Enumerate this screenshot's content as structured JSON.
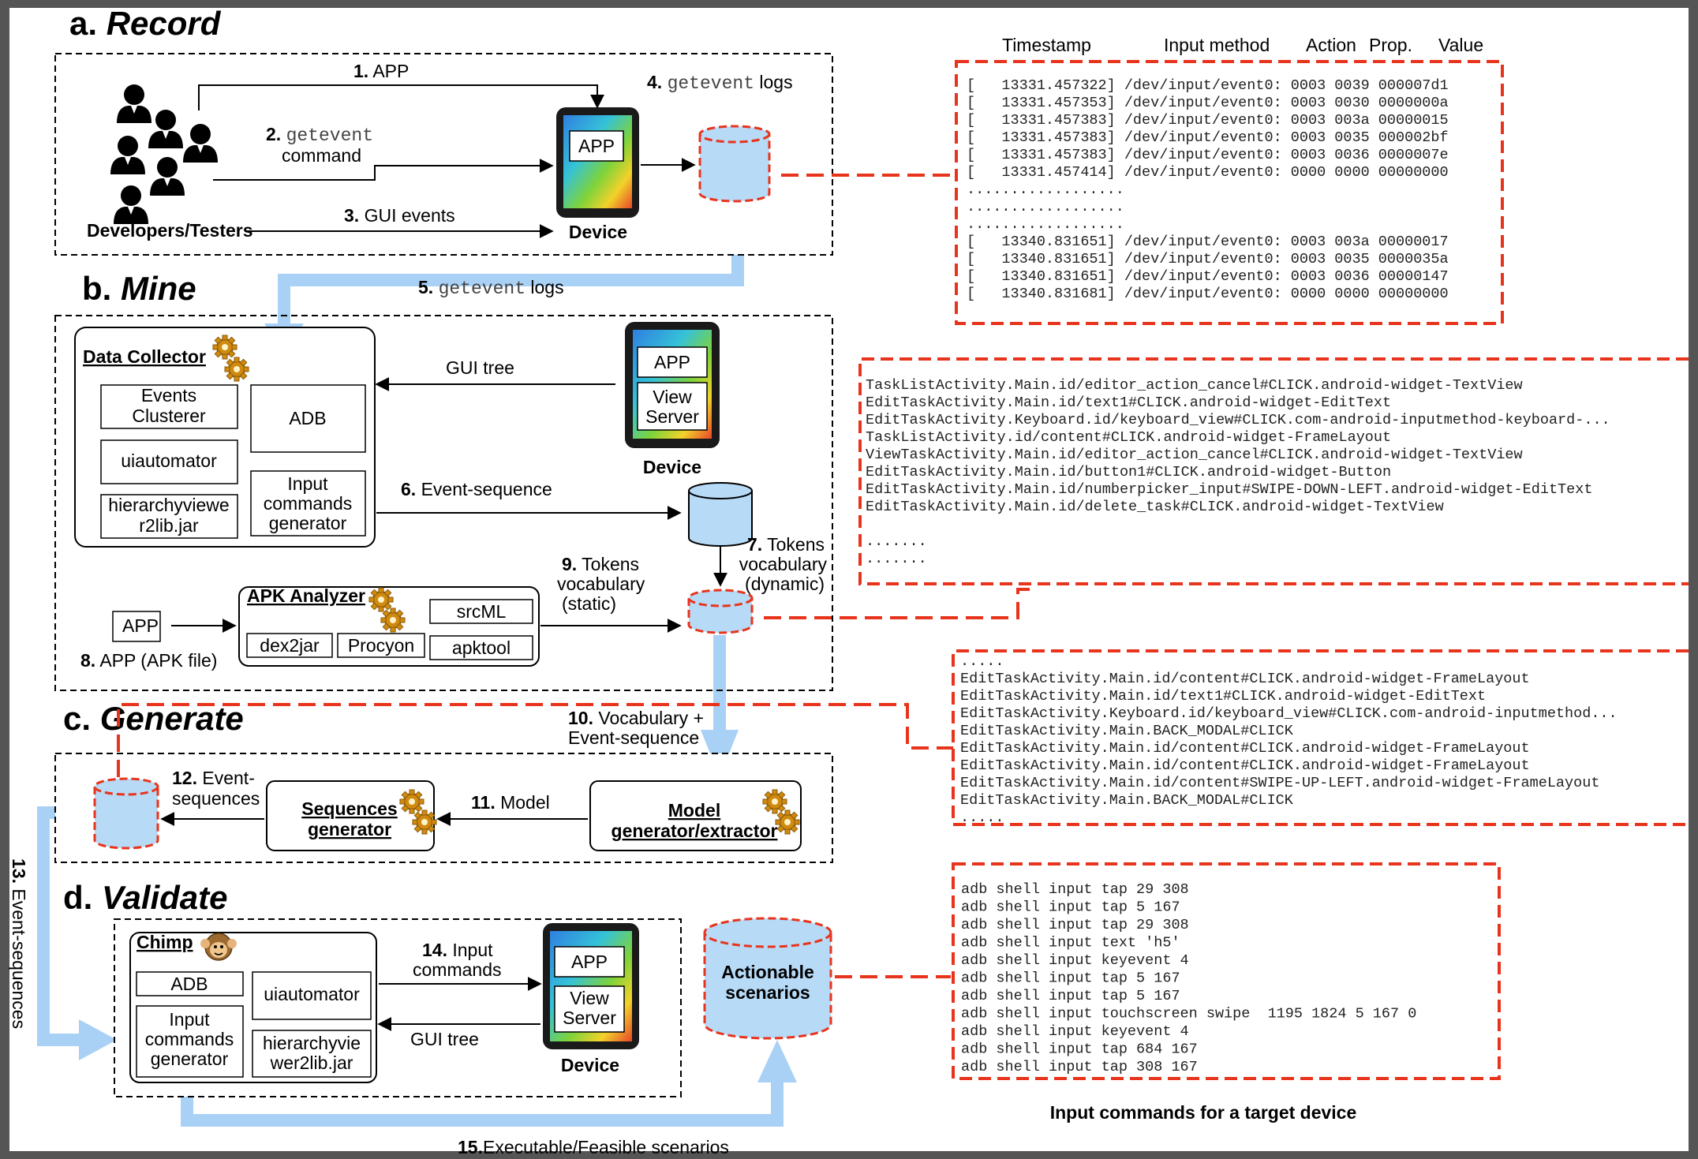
{
  "sections": {
    "record": {
      "prefix": "a.",
      "title": "Record"
    },
    "mine": {
      "prefix": "b.",
      "title": "Mine"
    },
    "generate": {
      "prefix": "c.",
      "title": "Generate"
    },
    "validate": {
      "prefix": "d.",
      "title": "Validate"
    }
  },
  "record": {
    "actors_label": "Developers/Testers",
    "device_label": "Device",
    "app_label": "APP",
    "step1": {
      "num": "1.",
      "text": "APP"
    },
    "step2": {
      "num": "2.",
      "code": "getevent",
      "text": "command"
    },
    "step3": {
      "num": "3.",
      "text": "GUI events"
    },
    "step4": {
      "num": "4.",
      "code": "getevent",
      "text": "logs"
    },
    "step5": {
      "num": "5.",
      "code": "getevent",
      "text": "logs"
    }
  },
  "mine": {
    "data_collector": {
      "title": "Data Collector",
      "events_clusterer": [
        "Events",
        "Clusterer"
      ],
      "adb": "ADB",
      "uiautomator": "uiautomator",
      "hierarchy": [
        "hierarchyviewe",
        "r2lib.jar"
      ],
      "input_cmd": [
        "Input",
        "commands",
        "generator"
      ]
    },
    "device": {
      "app": "APP",
      "view_server": [
        "View",
        "Server"
      ],
      "label": "Device"
    },
    "gui_tree": "GUI tree",
    "step6": {
      "num": "6.",
      "text": "Event-sequence"
    },
    "step7": {
      "num": "7.",
      "lines": [
        "Tokens",
        "vocabulary",
        "(dynamic)"
      ]
    },
    "step8": {
      "num": "8.",
      "text": "APP (APK file)"
    },
    "step9": {
      "num": "9.",
      "lines": [
        "Tokens",
        "vocabulary",
        "(static)"
      ]
    },
    "app_box": "APP",
    "apk_analyzer": {
      "title": "APK Analyzer",
      "srcml": "srcML",
      "dex2jar": "dex2jar",
      "procyon": "Procyon",
      "apktool": "apktool"
    }
  },
  "generate": {
    "step10": {
      "num": "10.",
      "lines": [
        "Vocabulary +",
        "Event-sequence"
      ]
    },
    "step11": {
      "num": "11.",
      "text": "Model"
    },
    "step12": {
      "num": "12.",
      "lines": [
        "Event-",
        "sequences"
      ]
    },
    "step13": {
      "num": "13.",
      "text": "Event-sequences"
    },
    "sequences_generator": [
      "Sequences",
      "generator"
    ],
    "model_generator": [
      "Model",
      "generator/extractor"
    ]
  },
  "validate": {
    "chimp": {
      "title": "Chimp",
      "adb": "ADB",
      "uiautomator": "uiautomator",
      "input_cmd": [
        "Input",
        "commands",
        "generator"
      ],
      "hierarchy": [
        "hierarchyvie",
        "wer2lib.jar"
      ]
    },
    "step14": {
      "num": "14.",
      "lines": [
        "Input",
        "commands"
      ]
    },
    "gui_tree": "GUI tree",
    "device": {
      "app": "APP",
      "view_server": [
        "View",
        "Server"
      ],
      "label": "Device"
    },
    "actionable": [
      "Actionable",
      "scenarios"
    ],
    "step15": {
      "num": "15.",
      "text": "Executable/Feasible scenarios"
    }
  },
  "log_panel": {
    "headers": [
      "Timestamp",
      "Input method",
      "Action",
      "Prop.",
      "Value"
    ],
    "lines": [
      "[   13331.457322] /dev/input/event0: 0003 0039 000007d1",
      "[   13331.457353] /dev/input/event0: 0003 0030 0000000a",
      "[   13331.457383] /dev/input/event0: 0003 003a 00000015",
      "[   13331.457383] /dev/input/event0: 0003 0035 000002bf",
      "[   13331.457383] /dev/input/event0: 0003 0036 0000007e",
      "[   13331.457414] /dev/input/event0: 0000 0000 00000000",
      "..................",
      "..................",
      "..................",
      "[   13340.831651] /dev/input/event0: 0003 003a 00000017",
      "[   13340.831651] /dev/input/event0: 0003 0035 0000035a",
      "[   13340.831651] /dev/input/event0: 0003 0036 00000147",
      "[   13340.831681] /dev/input/event0: 0000 0000 00000000"
    ]
  },
  "vocab_panel": {
    "lines": [
      "TaskListActivity.Main.id/editor_action_cancel#CLICK.android-widget-TextView",
      "EditTaskActivity.Main.id/text1#CLICK.android-widget-EditText",
      "EditTaskActivity.Keyboard.id/keyboard_view#CLICK.com-android-inputmethod-keyboard-...",
      "TaskListActivity.id/content#CLICK.android-widget-FrameLayout",
      "ViewTaskActivity.Main.id/editor_action_cancel#CLICK.android-widget-TextView",
      "EditTaskActivity.Main.id/button1#CLICK.android-widget-Button",
      "EditTaskActivity.Main.id/numberpicker_input#SWIPE-DOWN-LEFT.android-widget-EditText",
      "EditTaskActivity.Main.id/delete_task#CLICK.android-widget-TextView",
      "",
      ".......",
      "......."
    ]
  },
  "sequence_panel": {
    "lines": [
      ".....",
      "EditTaskActivity.Main.id/content#CLICK.android-widget-FrameLayout",
      "EditTaskActivity.Main.id/text1#CLICK.android-widget-EditText",
      "EditTaskActivity.Keyboard.id/keyboard_view#CLICK.com-android-inputmethod...",
      "EditTaskActivity.Main.BACK_MODAL#CLICK",
      "EditTaskActivity.Main.id/content#CLICK.android-widget-FrameLayout",
      "EditTaskActivity.Main.id/content#CLICK.android-widget-FrameLayout",
      "EditTaskActivity.Main.id/content#SWIPE-UP-LEFT.android-widget-FrameLayout",
      "EditTaskActivity.Main.BACK_MODAL#CLICK",
      "....."
    ]
  },
  "commands_panel": {
    "lines": [
      "adb shell input tap 29 308",
      "adb shell input tap 5 167",
      "adb shell input tap 29 308",
      "adb shell input text 'h5'",
      "adb shell input keyevent 4",
      "adb shell input tap 5 167",
      "adb shell input tap 5 167",
      "adb shell input touchscreen swipe  1195 1824 5 167 0",
      "adb shell input keyevent 4",
      "adb shell input tap 684 167",
      "adb shell input tap 308 167"
    ],
    "caption": "Input commands for a target device"
  },
  "colors": {
    "accent_red": "#e8341c",
    "flow_blue": "#a9d1f5",
    "db_blue": "#b7daf7",
    "frame_gray": "#555555"
  },
  "icons": [
    "person-icon",
    "gears-icon",
    "monkey-icon",
    "tablet-icon",
    "database-icon"
  ]
}
